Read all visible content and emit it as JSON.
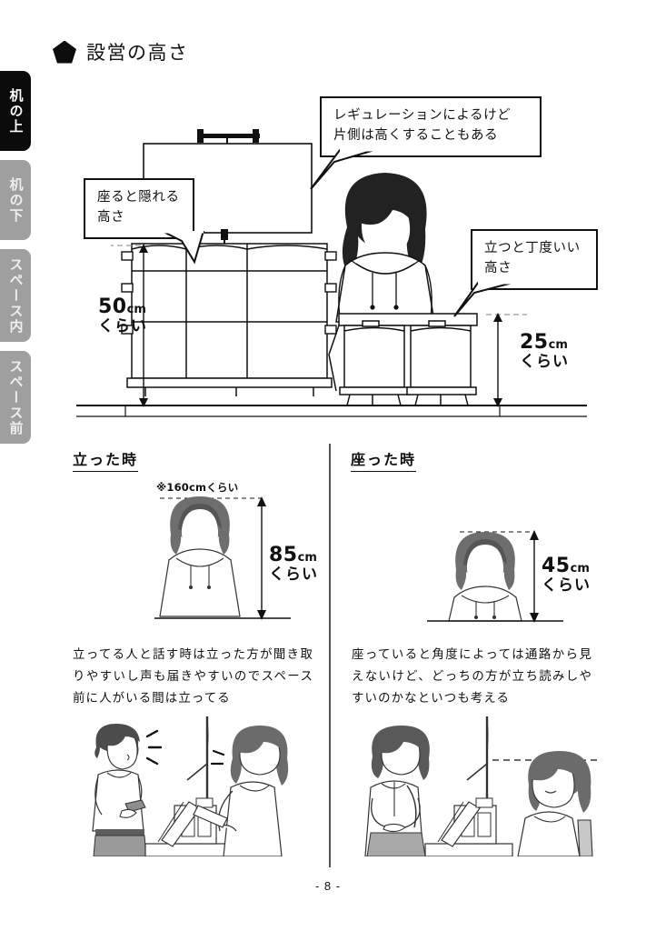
{
  "page": {
    "title": "設営の高さ",
    "bullet_icon": "pentagon-bullet",
    "page_number": "- 8 -"
  },
  "side_tabs": [
    {
      "label": "机の上",
      "active": true
    },
    {
      "label": "机の下",
      "active": false
    },
    {
      "label": "スペース内",
      "active": false
    },
    {
      "label": "スペース前",
      "active": false
    }
  ],
  "main_diagram": {
    "bubbles": [
      {
        "name": "bubble-hidden-when-seated",
        "lines": [
          "座ると隠れる",
          "高さ"
        ]
      },
      {
        "name": "bubble-regulation",
        "lines": [
          "レギュレーションによるけど",
          "片側は高くすることもある"
        ]
      },
      {
        "name": "bubble-good-standing-height",
        "lines": [
          "立つと丁度いい",
          "高さ"
        ]
      }
    ],
    "measures": [
      {
        "name": "measure-50cm",
        "num": "50",
        "unit": "cm",
        "approx": "くらい"
      },
      {
        "name": "measure-25cm",
        "num": "25",
        "unit": "cm",
        "approx": "くらい"
      }
    ]
  },
  "comparison": {
    "left": {
      "heading": "立った時",
      "height_note": "※160cmくらい",
      "measure": {
        "num": "85",
        "unit": "cm",
        "approx": "くらい"
      },
      "paragraph": "立ってる人と話す時は立った方が聞き取りやすいし声も届きやすいのでスペース前に人がいる間は立ってる"
    },
    "right": {
      "heading": "座った時",
      "measure": {
        "num": "45",
        "unit": "cm",
        "approx": "くらい"
      },
      "paragraph": "座っていると角度によっては通路から見えないけど、どっちの方が立ち読みしやすいのかなといつも考える"
    }
  },
  "colors": {
    "ink": "#111111",
    "tab_active_bg": "#0b0b0b",
    "tab_inactive_bg": "#9f9f9f",
    "paper": "#ffffff"
  }
}
